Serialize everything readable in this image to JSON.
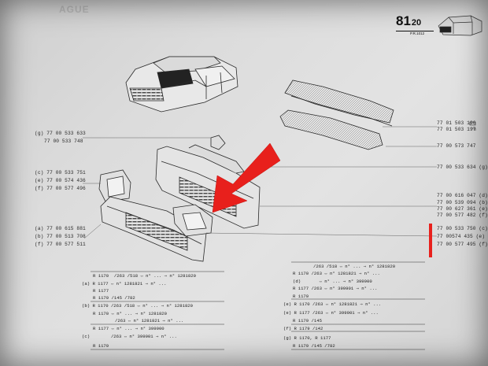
{
  "header": {
    "page_number": "81",
    "page_suffix": "20",
    "ref": "P.R.1012",
    "faded_text": "AGUE"
  },
  "left_labels": [
    {
      "letter": "(g)",
      "code": "77 00 533 633"
    },
    {
      "letter": "",
      "code": "77 00 533 748"
    },
    {
      "letter": "(c)",
      "code": "77 00 533 751"
    },
    {
      "letter": "(e)",
      "code": "77 00 574 436"
    },
    {
      "letter": "(f)",
      "code": "77 00 577 496"
    },
    {
      "letter": "(a)",
      "code": "77 00 615 881"
    },
    {
      "letter": "(b)",
      "code": "77 00 513 708"
    },
    {
      "letter": "(f)",
      "code": "77 00 577 511"
    }
  ],
  "right_labels": [
    {
      "code": "77 01 503 196"
    },
    {
      "code": "77 01 503 197"
    },
    {
      "code": "77 00 573 747"
    },
    {
      "code": "77 00 533 634 (g)"
    },
    {
      "code": "77 00 616 047 (d)"
    },
    {
      "code": "77 00 539 094 (b)"
    },
    {
      "code": "77 00 627 361 (e)"
    },
    {
      "code": "77 00 577 482 (f)"
    },
    {
      "code": "77 00 533 750 (c)"
    },
    {
      "code": "77 00574 435 (e)"
    },
    {
      "code": "77 00 577 495 (f)"
    }
  ],
  "table_left": [
    {
      "letter": "",
      "model": "R 1170",
      "spec": "/263 /518  ⇔ n° ... ⇒ n° 1281820"
    },
    {
      "letter": "(a)",
      "model": "R 1177",
      "spec": "⇔ n° 1281821 ⇒ n° ..."
    },
    {
      "letter": "",
      "model": "R 1177",
      "spec": ""
    },
    {
      "letter": "",
      "model": "R 1179",
      "spec": "/145 /782"
    },
    {
      "letter": "(b)",
      "model": "R 1170",
      "spec": "/263 /518  ⇔ n° ... ⇒ n° 1281820"
    },
    {
      "letter": "",
      "model": "R 1170",
      "spec": "⇔ n° ... ⇒ n° 1281820"
    },
    {
      "letter": "",
      "model": "",
      "spec": "/263  ⇔ n° 1281821 ⇒ n° ..."
    },
    {
      "letter": "",
      "model": "R 1177",
      "spec": "⇔ n° ... ⇒ n° 399900"
    },
    {
      "letter": "(c)",
      "model": "",
      "spec": "/263  ⇔ n° 399901 ⇒ n° ..."
    },
    {
      "letter": "",
      "model": "R 1179",
      "spec": ""
    }
  ],
  "table_right": [
    {
      "letter": "",
      "model": "",
      "spec": "/263 /518  ⇔ n° ... ⇒ n° 1281820"
    },
    {
      "letter": "",
      "model": "R 1170",
      "spec": "/263  ⇔ n° 1281821 ⇒ n° ..."
    },
    {
      "letter": "(d)",
      "model": "",
      "spec": "⇔ n° ... ⇒ n° 399900"
    },
    {
      "letter": "",
      "model": "R 1177",
      "spec": "/263  ⇔ n° 399901 ⇒ n° ..."
    },
    {
      "letter": "",
      "model": "R 1179",
      "spec": ""
    },
    {
      "letter": "(e)",
      "model": "R 1170",
      "spec": "/263  ⇔ n° 1281821 ⇒ n° ..."
    },
    {
      "letter": "(e)",
      "model": "R 1177",
      "spec": "/263  ⇔ n° 399901 ⇒ n° ..."
    },
    {
      "letter": "",
      "model": "R 1179",
      "spec": "/145"
    },
    {
      "letter": "(f)",
      "model": "R 1179",
      "spec": "/142"
    },
    {
      "letter": "(g)",
      "model": "R 1170, R 1177",
      "spec": ""
    },
    {
      "letter": "",
      "model": "R 1179",
      "spec": "/145 /782"
    }
  ],
  "colors": {
    "arrow": "#e8201c",
    "marker": "#e8201c",
    "ink": "#222222"
  }
}
